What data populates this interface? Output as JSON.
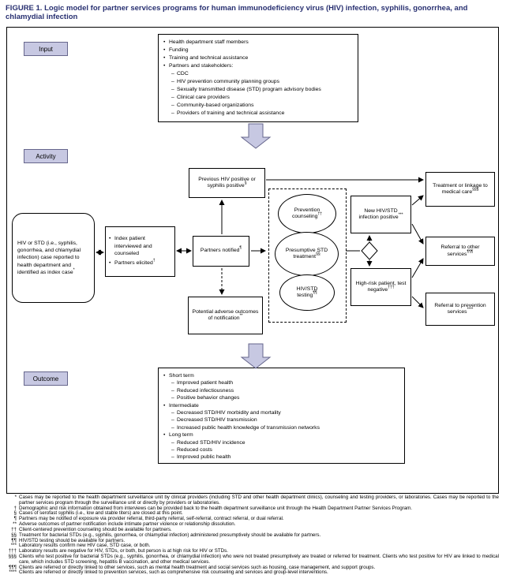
{
  "figure": {
    "title": "FIGURE 1. Logic model for partner services programs for human immunodeficiency virus (HIV) infection, syphilis, gonorrhea, and chlamydial infection"
  },
  "labels": {
    "input": "Input",
    "activity": "Activity",
    "outcome": "Outcome"
  },
  "colors": {
    "accent_lavender": "#c7c8e2",
    "title_blue": "#283071",
    "line_black": "#000000"
  },
  "input_box": {
    "items": [
      {
        "level": 1,
        "text": "Health department staff members"
      },
      {
        "level": 1,
        "text": "Funding"
      },
      {
        "level": 1,
        "text": "Training and technical assistance"
      },
      {
        "level": 1,
        "text": "Partners and stakeholders:"
      },
      {
        "level": 2,
        "text": "CDC"
      },
      {
        "level": 2,
        "text": "HIV prevention community planning groups"
      },
      {
        "level": 2,
        "text": "Sexually transmitted disease (STD) program advisory bodies"
      },
      {
        "level": 2,
        "text": "Clinical care providers"
      },
      {
        "level": 2,
        "text": "Community-based organizations"
      },
      {
        "level": 2,
        "text": "Providers of training and technical assistance"
      }
    ]
  },
  "activity": {
    "index_case": {
      "text": "HIV or STD (i.e., syphilis, gonorrhea, and chlamydial infection) case reported to health department and identified as index case",
      "sup": "*"
    },
    "interview": {
      "items": [
        {
          "level": 1,
          "text": "Index patient interviewed and counseled"
        },
        {
          "level": 1,
          "text": "Partners elicited",
          "sup": "†"
        }
      ]
    },
    "partners_notified": {
      "text": "Partners notified",
      "sup": "¶"
    },
    "previous_hiv": {
      "text": "Previous HIV positive or syphilis positive",
      "sup": "§"
    },
    "adverse_outcomes": {
      "text": "Potential adverse outcomes of notification",
      "sup": "**"
    },
    "prevention_counseling": {
      "text": "Prevention counseling",
      "sup": "††"
    },
    "presumptive_treatment": {
      "text": "Presumptive STD treatment",
      "sup": "§§"
    },
    "hiv_std_testing": {
      "text": "HIV/STD testing",
      "sup": "¶¶"
    },
    "new_positive": {
      "text": "New HIV/STD infection positive",
      "sup": "***"
    },
    "high_risk": {
      "text": "High-risk patient, test negative",
      "sup": "†††"
    },
    "treatment_linkage": {
      "text": "Treatment or linkage to medical care",
      "sup": "§§§"
    },
    "referral_other": {
      "text": "Referral to other services",
      "sup": "¶¶¶"
    },
    "referral_prevention": {
      "text": "Referral to prevention services",
      "sup": "****"
    }
  },
  "outcome_box": {
    "items": [
      {
        "level": 1,
        "text": "Short term"
      },
      {
        "level": 2,
        "text": "Improved patient health"
      },
      {
        "level": 2,
        "text": "Reduced infectiousness"
      },
      {
        "level": 2,
        "text": "Positive behavior changes"
      },
      {
        "level": 1,
        "text": "Intermediate"
      },
      {
        "level": 2,
        "text": "Decreased STD/HIV morbidity and mortality"
      },
      {
        "level": 2,
        "text": "Decreased STD/HIV transmission"
      },
      {
        "level": 2,
        "text": "Increased public health knowledge of transmission networks"
      },
      {
        "level": 1,
        "text": "Long term"
      },
      {
        "level": 2,
        "text": "Reduced STD/HIV incidence"
      },
      {
        "level": 2,
        "text": "Reduced costs"
      },
      {
        "level": 2,
        "text": "Improved public health"
      }
    ]
  },
  "footnotes": [
    {
      "m": "*",
      "text": "Cases may be reported to the health department surveillance unit by clinical providers (including STD and other health department clinics), counseling and testing providers, or laboratories. Cases may be reported to the partner services program through the surveillance unit or directly by providers or laboratories."
    },
    {
      "m": "†",
      "text": "Demographic and risk information obtained from interviews can be provided back to the health department surveillance unit through the Health Department Partner Services Program."
    },
    {
      "m": "§",
      "text": "Cases of serofast syphilis (i.e., low and stable titers) are closed at this point."
    },
    {
      "m": "¶",
      "text": "Partners may be notified of exposure via provider referral, third-party referral, self-referral, contract referral, or dual referral."
    },
    {
      "m": "**",
      "text": "Adverse outcomes of partner notification include intimate partner violence or relationship dissolution."
    },
    {
      "m": "††",
      "text": "Client-centered prevention counseling should be available for partners."
    },
    {
      "m": "§§",
      "text": "Treatment for bacterial STDs (e.g., syphilis, gonorrhea, or chlamydial infection) administered presumptively should be available for partners."
    },
    {
      "m": "¶¶",
      "text": "HIV/STD testing should be available for partners."
    },
    {
      "m": "***",
      "text": "Laboratory results confirm new HIV case, STD case, or both."
    },
    {
      "m": "†††",
      "text": "Laboratory results are negative for HIV, STDs, or both, but person is at high risk for HIV or STDs."
    },
    {
      "m": "§§§",
      "text": "Clients who test positive for bacterial STDs (e.g., syphilis, gonorrhea, or chlamydial infection) who were not treated presumptively are treated or referred for treatment. Clients who test positive for HIV are linked to medical care, which includes STD screening, hepatitis B vaccination, and other medical services."
    },
    {
      "m": "¶¶¶",
      "text": "Clients are referred or directly linked to other services, such as mental health treatment and social services such as housing, case management, and support groups."
    },
    {
      "m": "****",
      "text": "Clients are referred or directly linked to prevention services, such as comprehensive risk counseling and services and group-level interventions."
    }
  ]
}
